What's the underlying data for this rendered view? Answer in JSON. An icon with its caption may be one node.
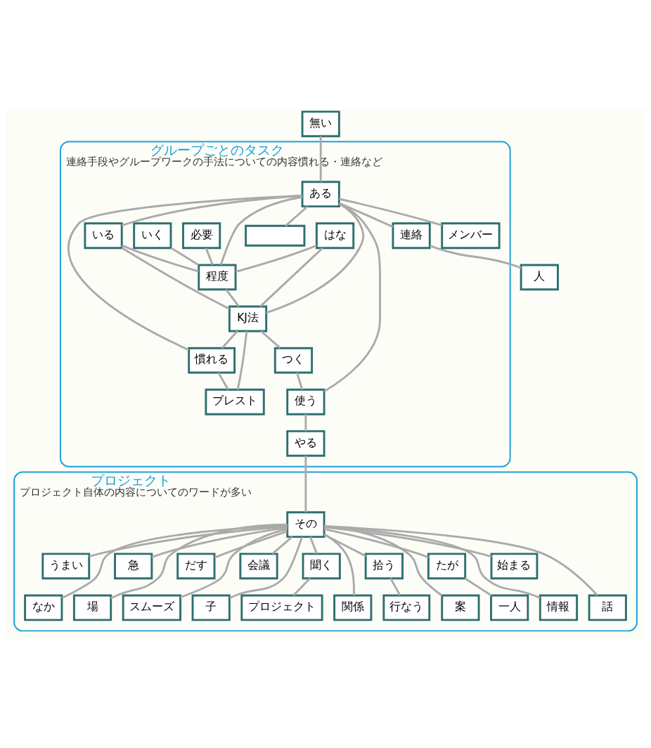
{
  "diagram": {
    "nodes": [
      {
        "text": [
          "グループごとのタスク",
          "連絡手段やグループワークの手法についての内容慣れる・連絡など"
        ]
      },
      {
        "text": [
          "無い"
        ]
      },
      {
        "text": [
          "連絡"
        ],
        "in": 0
      },
      {
        "text": [
          "いく"
        ],
        "in": 0
      },
      {
        "text": [
          "必要"
        ],
        "in": 0
      },
      {
        "text": [
          "ある"
        ],
        "in": 0
      },
      {
        "text": [
          "程度"
        ],
        "in": 0
      },
      {
        "text": [
          "はな"
        ],
        "in": 0
      },
      {
        "text": [
          "メンバー"
        ],
        "in": 0
      },
      {
        "text": [],
        "shape": "box",
        "in": 0
      },
      {
        "text": [
          "KJ法"
        ],
        "in": 0
      },
      {
        "text": [
          "いる"
        ],
        "in": 0
      },
      {
        "text": [
          "慣れる"
        ],
        "in": 0
      },
      {
        "text": [
          "つく"
        ],
        "in": 0
      },
      {
        "text": [
          "使う"
        ],
        "in": 0
      },
      {
        "text": [
          "やる"
        ],
        "in": 0
      },
      {
        "text": [
          "ブレスト"
        ],
        "in": 0
      },
      {
        "text": [
          "人"
        ]
      },
      {
        "text": [
          "プロジェクト",
          "プロジェクト自体の内容についてのワードが多い"
        ]
      },
      {
        "text": [
          "うまい"
        ],
        "in": 18
      },
      {
        "text": [
          "なか"
        ],
        "in": 18
      },
      {
        "text": [
          "急"
        ],
        "in": 18
      },
      {
        "text": [
          "場"
        ],
        "in": 18
      },
      {
        "text": [
          "だす"
        ],
        "in": 18
      },
      {
        "text": [
          "スムーズ"
        ],
        "in": 18
      },
      {
        "text": [
          "会議"
        ],
        "in": 18
      },
      {
        "text": [
          "子"
        ],
        "in": 18
      },
      {
        "text": [
          "その"
        ],
        "in": 18
      },
      {
        "text": [
          "聞く"
        ],
        "in": 18
      },
      {
        "text": [
          "プロジェクト"
        ],
        "in": 18
      },
      {
        "text": [
          "関係"
        ],
        "in": 18
      },
      {
        "text": [
          "拾う"
        ],
        "in": 18
      },
      {
        "text": [
          "案"
        ],
        "in": 18
      },
      {
        "text": [
          "たが"
        ],
        "in": 18
      },
      {
        "text": [
          "行なう"
        ],
        "in": 18
      },
      {
        "text": [
          "情報"
        ],
        "in": 18
      },
      {
        "text": [
          "一人"
        ],
        "in": 18
      },
      {
        "text": [
          "始まる"
        ],
        "in": 18
      },
      {
        "text": [
          "話"
        ],
        "in": 18
      }
    ],
    "edges": [
      {
        "from": 1,
        "to": 5,
        "arrow": "none"
      },
      {
        "from": 3,
        "to": 6,
        "arrow": "none"
      },
      {
        "from": 4,
        "to": 6,
        "arrow": "none"
      },
      {
        "from": 5,
        "to": 2,
        "arrow": "none"
      },
      {
        "from": 5,
        "to": 6,
        "arrow": "none"
      },
      {
        "from": 5,
        "to": 8,
        "arrow": "none"
      },
      {
        "from": 5,
        "to": 9,
        "arrow": "none"
      },
      {
        "from": 5,
        "to": 10,
        "arrow": "none"
      },
      {
        "from": 5,
        "to": 11,
        "arrow": "none"
      },
      {
        "from": 5,
        "to": 14,
        "arrow": "none"
      },
      {
        "from": 5,
        "to": 12,
        "arrow": "none"
      },
      {
        "from": 7,
        "to": 6,
        "arrow": "none"
      },
      {
        "from": 11,
        "to": 6,
        "arrow": "none"
      },
      {
        "from": 6,
        "to": 10,
        "arrow": "none"
      },
      {
        "from": 7,
        "to": 10,
        "arrow": "none"
      },
      {
        "from": 11,
        "to": 10,
        "arrow": "none"
      },
      {
        "from": 10,
        "to": 13,
        "arrow": "none"
      },
      {
        "from": 10,
        "to": 12,
        "arrow": "none"
      },
      {
        "from": 10,
        "to": 16,
        "arrow": "none"
      },
      {
        "from": 12,
        "to": 16,
        "arrow": "none"
      },
      {
        "from": 13,
        "to": 14,
        "arrow": "none"
      },
      {
        "from": 14,
        "to": 15,
        "arrow": "none"
      },
      {
        "from": 2,
        "to": 17,
        "arrow": "none"
      },
      {
        "from": 15,
        "to": 27,
        "arrow": "none"
      },
      {
        "from": 27,
        "to": 19,
        "arrow": "none"
      },
      {
        "from": 27,
        "to": 20,
        "arrow": "none"
      },
      {
        "from": 27,
        "to": 21,
        "arrow": "none"
      },
      {
        "from": 27,
        "to": 22,
        "arrow": "none"
      },
      {
        "from": 27,
        "to": 23,
        "arrow": "none"
      },
      {
        "from": 27,
        "to": 24,
        "arrow": "none"
      },
      {
        "from": 27,
        "to": 25,
        "arrow": "none"
      },
      {
        "from": 27,
        "to": 26,
        "arrow": "none"
      },
      {
        "from": 27,
        "to": 28,
        "arrow": "none"
      },
      {
        "from": 28,
        "to": 29,
        "arrow": "none"
      },
      {
        "from": 27,
        "to": 30,
        "arrow": "none"
      },
      {
        "from": 27,
        "to": 31,
        "arrow": "none"
      },
      {
        "from": 31,
        "to": 34,
        "arrow": "none"
      },
      {
        "from": 27,
        "to": 32,
        "arrow": "none"
      },
      {
        "from": 27,
        "to": 33,
        "arrow": "none"
      },
      {
        "from": 33,
        "to": 36,
        "arrow": "none"
      },
      {
        "from": 27,
        "to": 35,
        "arrow": "none"
      },
      {
        "from": 27,
        "to": 37,
        "arrow": "none"
      },
      {
        "from": 27,
        "to": 38,
        "arrow": "none"
      }
    ]
  }
}
